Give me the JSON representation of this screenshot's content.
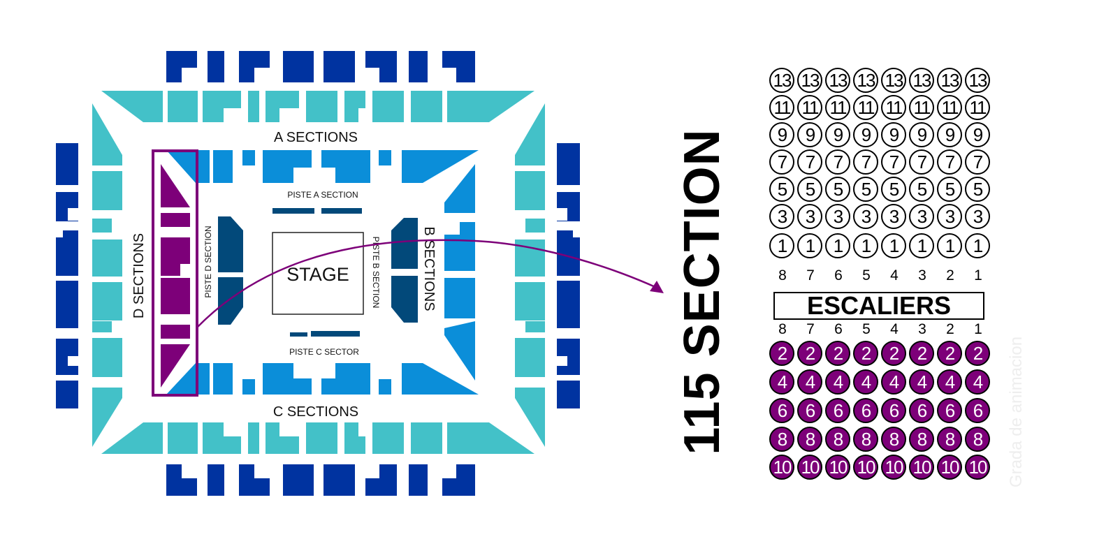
{
  "map": {
    "labels": {
      "a_sections": "A SECTIONS",
      "b_sections": "B SECTIONS",
      "c_sections": "C SECTIONS",
      "d_sections": "D SECTIONS",
      "piste_a": "PISTE A SECTION",
      "piste_b": "PISTE B SECTION",
      "piste_c": "PISTE C SECTOR",
      "piste_d": "PISTE D SECTION",
      "stage": "STAGE"
    },
    "colors": {
      "upper_tier": "#0033a0",
      "middle_tier": "#43c1c8",
      "lower_tier": "#0b8ed9",
      "piste": "#02497a",
      "highlight": "#7d0079"
    }
  },
  "detail": {
    "title": "115 SECTION",
    "escaliers": "ESCALIERS",
    "column_numbers": [
      "8",
      "7",
      "6",
      "5",
      "4",
      "3",
      "2",
      "1"
    ],
    "upper_rows": [
      "13",
      "11",
      "9",
      "7",
      "5",
      "3",
      "1"
    ],
    "lower_rows": [
      "2",
      "4",
      "6",
      "8",
      "10"
    ],
    "watermark": "Grada de animacion"
  }
}
